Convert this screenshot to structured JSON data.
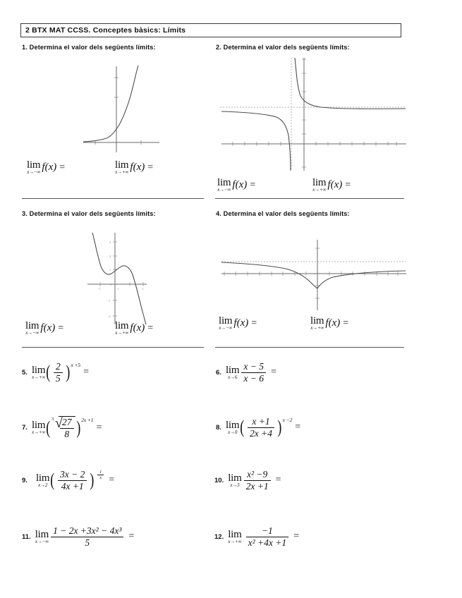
{
  "document": {
    "title": "2 BTX MAT  CCSS. Conceptes bàsics: Límits",
    "language": "ca"
  },
  "problems": [
    {
      "number": "1.",
      "prompt": "1. Determina el valor dels següents límits:",
      "type": "graph",
      "graph": "exponential",
      "answers": [
        {
          "lim": "lim",
          "sub": "x→−∞",
          "body": "f(x)",
          "eq": "="
        },
        {
          "lim": "lim",
          "sub": "x→+∞",
          "body": "f(x)",
          "eq": "="
        }
      ]
    },
    {
      "number": "2.",
      "prompt": "2. Determina el valor dels següents límits:",
      "type": "graph",
      "graph": "hyperbola",
      "answers": [
        {
          "lim": "lim",
          "sub": "x→−∞",
          "body": "f(x)",
          "eq": "="
        },
        {
          "lim": "lim",
          "sub": "x→+∞",
          "body": "f(x)",
          "eq": "="
        }
      ]
    },
    {
      "number": "3.",
      "prompt": "3. Determina el valor dels següents límits:",
      "type": "graph",
      "graph": "cubic",
      "answers": [
        {
          "lim": "lim",
          "sub": "x→−∞",
          "body": "f(x)",
          "eq": "="
        },
        {
          "lim": "lim",
          "sub": "x→+∞",
          "body": "f(x)",
          "eq": "="
        }
      ]
    },
    {
      "number": "4.",
      "prompt": "4. Determina el valor dels següents límits:",
      "type": "graph",
      "graph": "logarithmic",
      "answers": [
        {
          "lim": "lim",
          "sub": "x→−∞",
          "body": "f(x)",
          "eq": "="
        },
        {
          "lim": "lim",
          "sub": "x→+∞",
          "body": "f(x)",
          "eq": "="
        }
      ]
    }
  ],
  "exercises": {
    "q5": {
      "number": "5.",
      "lim": "lim",
      "sub": "x→+∞",
      "base_num": "2",
      "base_den": "5",
      "exponent": "x +5",
      "eq": "="
    },
    "q6": {
      "number": "6.",
      "lim": "lim",
      "sub": "x→6",
      "num": "x − 5",
      "den": "x − 6",
      "eq": "="
    },
    "q7": {
      "number": "7.",
      "lim": "lim",
      "sub": "x→+∞",
      "root_index": "3",
      "root_num": "27",
      "root_den": "8",
      "exponent": "2x +1",
      "eq": "="
    },
    "q8": {
      "number": "8.",
      "lim": "lim",
      "sub": "x→0",
      "num": "x +1",
      "den": "2x +4",
      "exponent": "x −2",
      "eq": "="
    },
    "q9": {
      "number": "9.",
      "lim": "lim",
      "sub": "x→2",
      "num": "3x − 2",
      "den": "4x +1",
      "exp_num": "1",
      "exp_den": "x",
      "eq": "="
    },
    "q10": {
      "number": "10.",
      "lim": "lim",
      "sub": "x→3",
      "num": "x² −9",
      "den": "2x +1",
      "eq": "="
    },
    "q11": {
      "number": "11.",
      "lim": "lim",
      "sub": "x→−∞",
      "num": "1 − 2x +3x² − 4x³",
      "den": "5",
      "eq": "="
    },
    "q12": {
      "number": "12.",
      "lim": "lim",
      "sub": "x→+∞",
      "num": "−1",
      "den": "x² +4x +1",
      "eq": "="
    }
  },
  "chart_data": [
    {
      "id": "graph1",
      "type": "line",
      "title": "",
      "function": "exponential growth",
      "xlim": [
        -5,
        3
      ],
      "ylim": [
        -1,
        5
      ],
      "x_ticks": [
        -4,
        -2,
        2
      ],
      "y_ticks": [
        2,
        4
      ],
      "grid": false,
      "asymptotes": {
        "horizontal": [
          0
        ],
        "vertical": []
      },
      "description": "Increasing exponential curve approaching y=0 as x→−∞"
    },
    {
      "id": "graph2",
      "type": "line",
      "title": "",
      "function": "hyperbola with vertical asymptote",
      "xlim": [
        -8,
        8
      ],
      "ylim": [
        -6,
        6
      ],
      "x_ticks": [
        -7,
        -6,
        -5,
        -4,
        -3,
        -2,
        -1,
        1,
        2,
        3,
        4,
        5,
        6,
        7
      ],
      "y_ticks": [
        -4,
        -2,
        2,
        4
      ],
      "grid": false,
      "asymptotes": {
        "horizontal": [
          1
        ],
        "vertical": [
          -1
        ]
      },
      "description": "Rational function with vertical asymptote x=-1 and horizontal asymptote y=1"
    },
    {
      "id": "graph3",
      "type": "line",
      "title": "",
      "function": "cubic polynomial, negative leading coefficient",
      "xlim": [
        -2.5,
        2.5
      ],
      "ylim": [
        -3,
        3.5
      ],
      "x_ticks": [
        -2,
        -1,
        1,
        2
      ],
      "y_ticks": [
        -2,
        -1,
        1,
        2,
        3
      ],
      "grid": false,
      "asymptotes": {
        "horizontal": [],
        "vertical": []
      },
      "description": "Cubic curve descending on both ends of the plotted window, local min then local max"
    },
    {
      "id": "graph4",
      "type": "line",
      "title": "",
      "function": "negative logarithm of absolute value",
      "xlim": [
        -9,
        9
      ],
      "ylim": [
        -3,
        2
      ],
      "x_ticks": [
        -8,
        -7,
        -6,
        -5,
        -4,
        -3,
        -2,
        -1,
        1,
        2,
        3,
        4,
        5,
        6,
        7,
        8
      ],
      "y_ticks": [
        -2,
        -1,
        1
      ],
      "grid": false,
      "asymptotes": {
        "horizontal": [
          1
        ],
        "vertical": [
          0
        ]
      },
      "description": "Curve with vertical cusp at x=0 going down, approaching horizontal asymptote y=1 on the left and rising slowly on the right"
    }
  ]
}
